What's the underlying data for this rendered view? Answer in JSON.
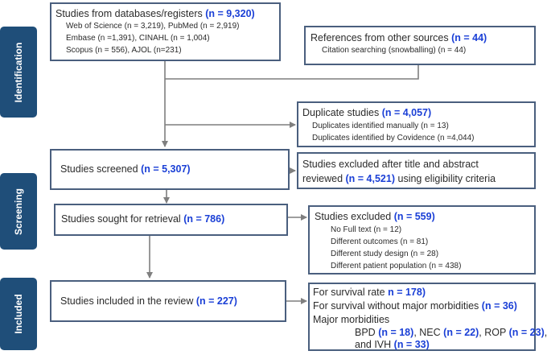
{
  "phases": {
    "identification": "Identification",
    "screening": "Screening",
    "included": "Included"
  },
  "databases": {
    "title": "Studies from databases/registers",
    "n": "(n = 9,320)",
    "lines": [
      "Web of Science (n = 3,219), PubMed (n = 2,919)",
      "Embase (n =1,391), CINAHL (n = 1,004)",
      "Scopus (n = 556), AJOL (n=231)"
    ]
  },
  "other_sources": {
    "title": "References from other sources",
    "n": "(n = 44)",
    "line": "Citation searching (snowballing) (n = 44)"
  },
  "duplicates": {
    "title": "Duplicate studies",
    "n": "(n = 4,057)",
    "lines": [
      "Duplicates identified manually (n = 13)",
      "Duplicates identified by Covidence (n =4,044)"
    ]
  },
  "screened": {
    "title": "Studies screened",
    "n": "(n = 5,307)"
  },
  "excluded_title": {
    "line1": "Studies excluded after title and abstract",
    "line2_pre": "reviewed",
    "n": "(n = 4,521)",
    "line2_post": "using eligibility criteria"
  },
  "retrieval": {
    "title": "Studies sought for retrieval",
    "n": "(n = 786)"
  },
  "excluded": {
    "title": "Studies excluded",
    "n": "(n = 559)",
    "lines": [
      "No Full text (n = 12)",
      "Different outcomes (n = 81)",
      "Different study design (n = 28)",
      "Different patient population (n = 438)"
    ]
  },
  "included_review": {
    "title": "Studies included in the review",
    "n": "(n = 227)"
  },
  "outcomes": {
    "survival_label": "For survival rate",
    "survival_n": "n = 178)",
    "nomorb_label": "For survival without major morbidities",
    "nomorb_n": "(n = 36)",
    "major_label": "Major morbidities",
    "bpd_label": "BPD",
    "bpd_n": "(n = 18)",
    "nec_label": "NEC",
    "nec_n": "(n = 22)",
    "rop_label": "ROP",
    "rop_n": "(n = 23)",
    "ivh_label": "and IVH",
    "ivh_n": "(n = 33)"
  },
  "colors": {
    "phase_fill": "#1f4e79",
    "box_border": "#4a5f7e",
    "count_text": "#1a3fd6",
    "connector": "#7f7f7f"
  }
}
